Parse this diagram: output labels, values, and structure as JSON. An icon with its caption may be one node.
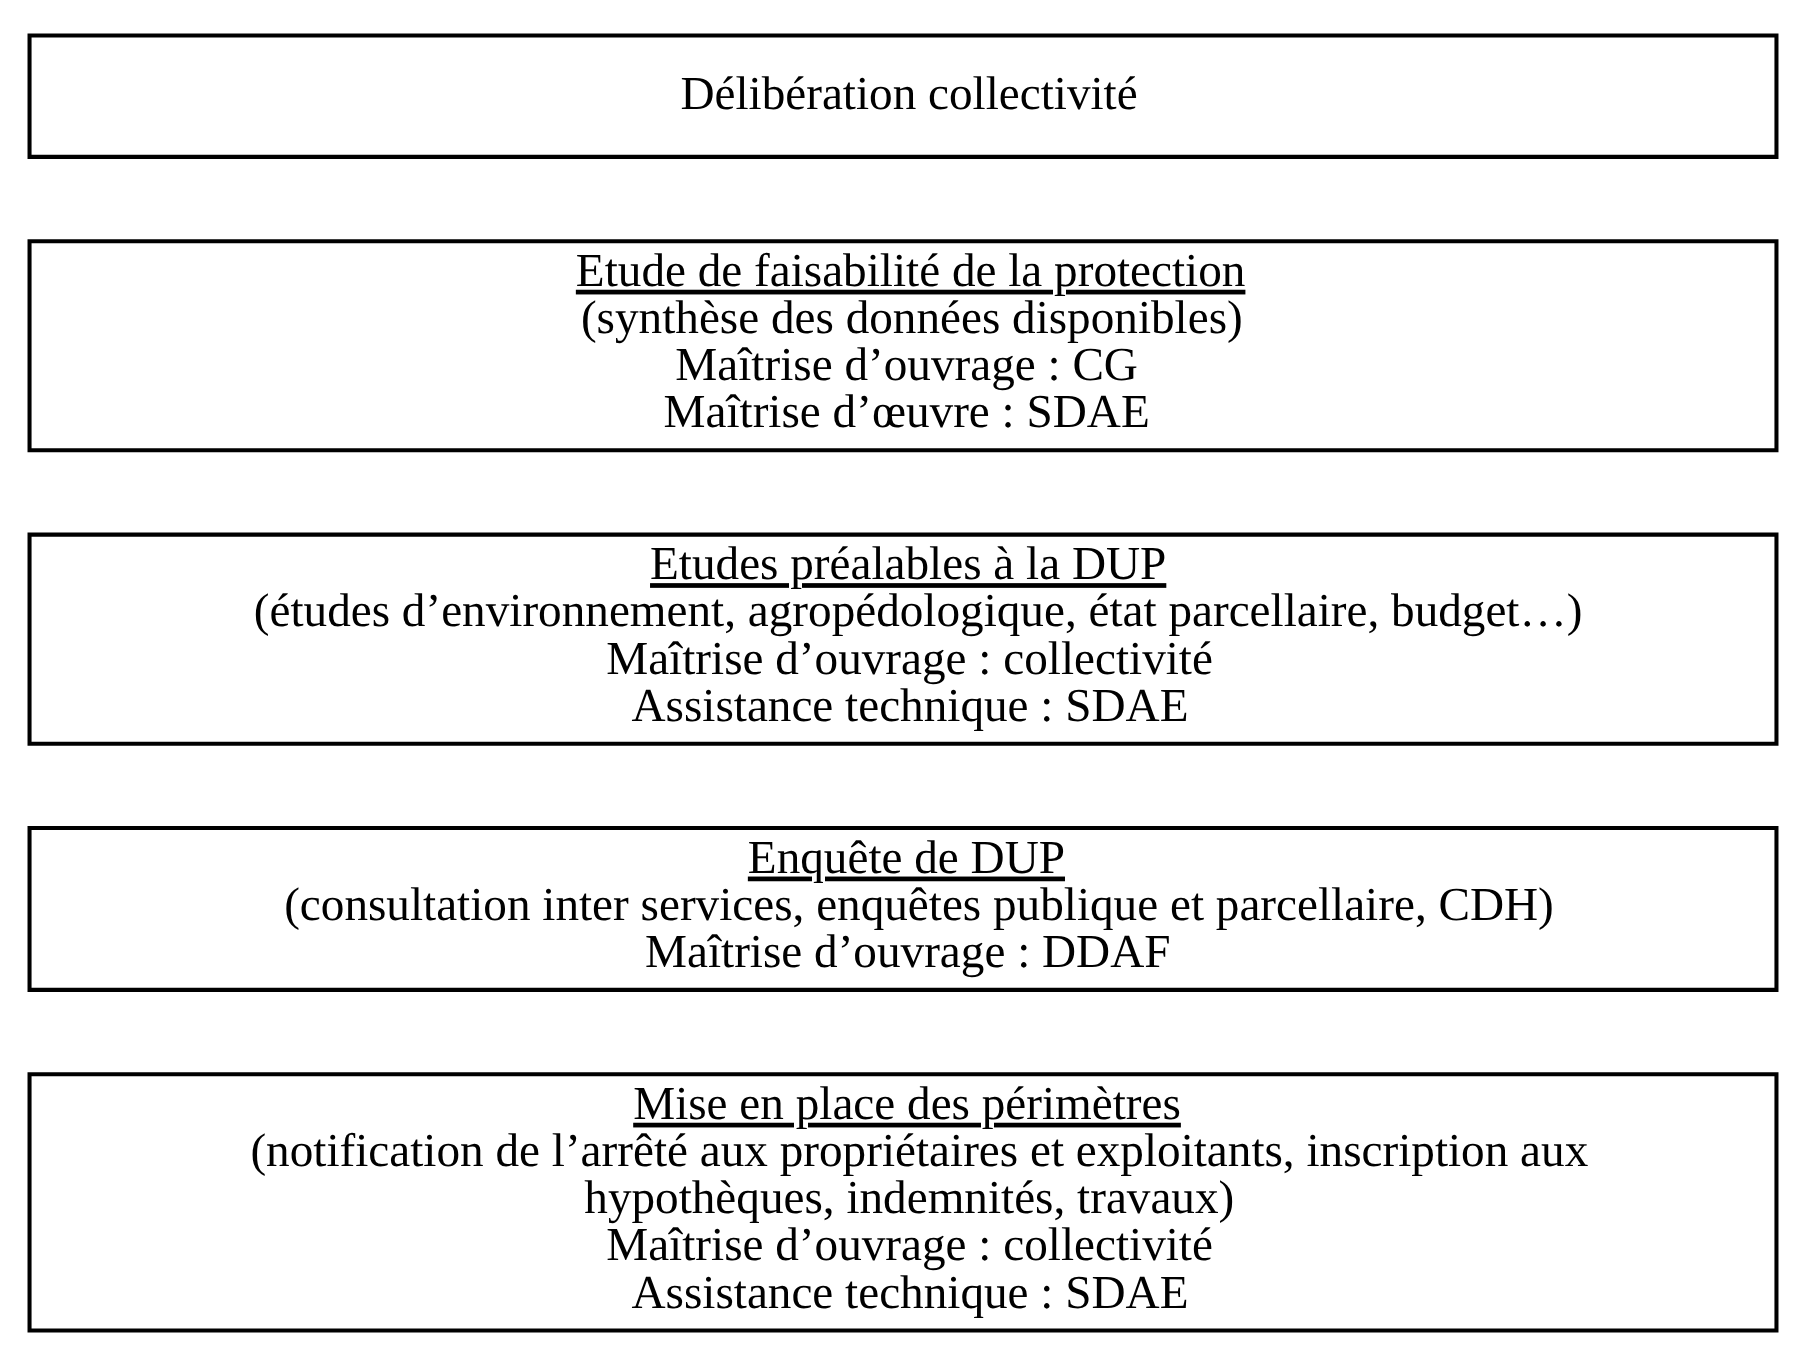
{
  "diagram": {
    "nodes": [
      {
        "text": [
          "Délibération collectivité"
        ]
      },
      {
        "text": [
          "Etude de faisabilité de la protection",
          "(synthèse des données disponibles)",
          "Maîtrise d’ouvrage : CG",
          "Maîtrise d’œuvre : SDAE"
        ]
      },
      {
        "text": [
          "Etudes préalables à la DUP",
          "(études d’environnement, agropédologique, état parcellaire, budget…)",
          "Maîtrise d’ouvrage : collectivité",
          "Assistance technique : SDAE"
        ]
      },
      {
        "text": [
          "Enquête de DUP",
          "(consultation inter services, enquêtes publique et parcellaire, CDH)",
          "Maîtrise d’ouvrage : DDAF"
        ]
      },
      {
        "text": [
          "Mise en place des périmètres",
          "(notification de l’arrêté aux propriétaires et exploitants, inscription aux hypothèques, indemnités, travaux)",
          "Maîtrise d’ouvrage : collectivité",
          "Assistance technique : SDAE"
        ]
      }
    ],
    "edges": []
  }
}
